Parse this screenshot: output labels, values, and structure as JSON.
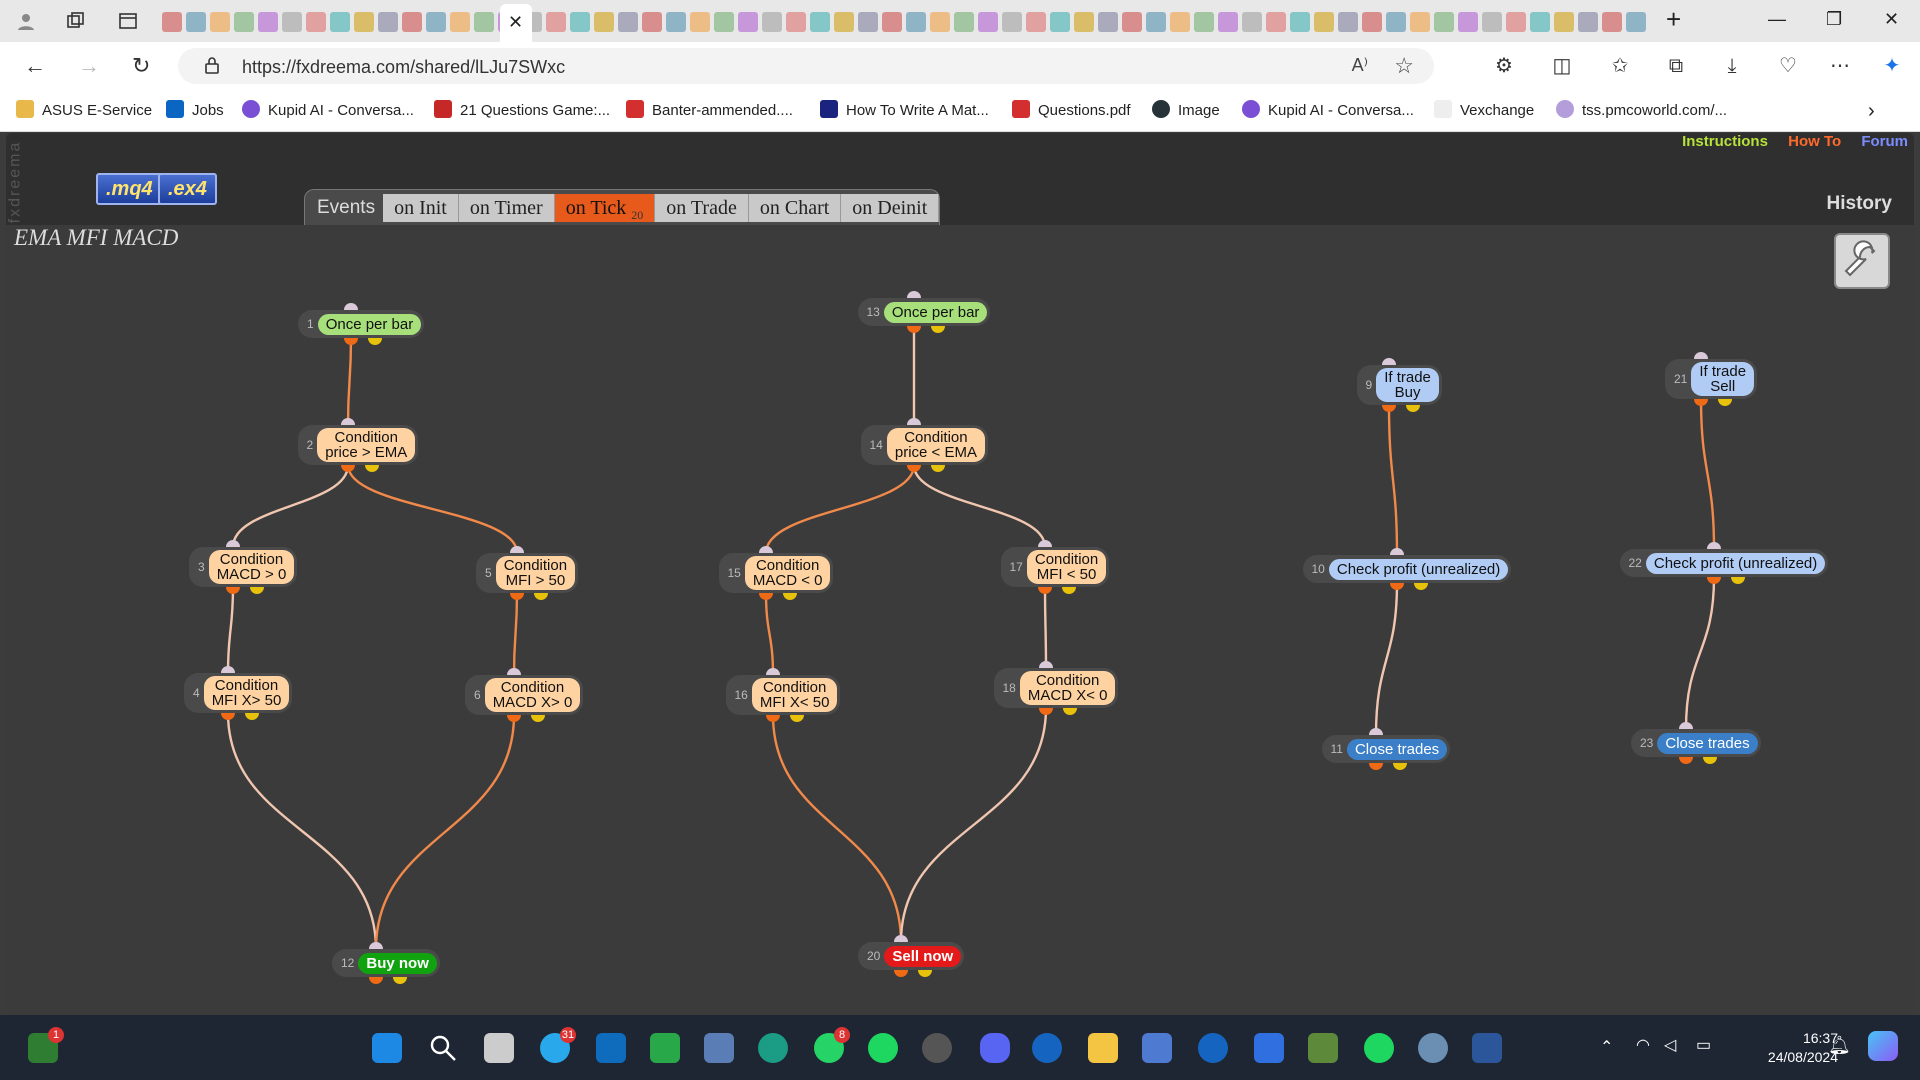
{
  "browser": {
    "url": "https://fxdreema.com/shared/lLJu7SWxc",
    "bookmarks": [
      "ASUS E-Service",
      "Jobs",
      "Kupid AI - Conversa...",
      "21 Questions Game:...",
      "Banter-ammended....",
      "How To Write A Mat...",
      "Questions.pdf",
      "Image",
      "Kupid AI - Conversa...",
      "Vexchange",
      "tss.pmcoworld.com/..."
    ]
  },
  "app": {
    "brand": "fxdreema",
    "download_buttons": [
      ".mq4",
      ".ex4"
    ],
    "top_links": {
      "instructions": "Instructions",
      "howto": "How To",
      "forum": "Forum"
    },
    "history": "History",
    "events_label": "Events",
    "tabs": [
      {
        "label": "on Init"
      },
      {
        "label": "on Timer"
      },
      {
        "label": "on Tick",
        "count": "20"
      },
      {
        "label": "on Trade"
      },
      {
        "label": "on Chart"
      },
      {
        "label": "on Deinit"
      }
    ],
    "project_title": "EMA MFI MACD"
  },
  "nodes": [
    {
      "id": "1",
      "lines": [
        "Once per bar"
      ],
      "kind": "green"
    },
    {
      "id": "2",
      "lines": [
        "Condition",
        "price > EMA"
      ],
      "kind": "cond"
    },
    {
      "id": "3",
      "lines": [
        "Condition",
        "MACD > 0"
      ],
      "kind": "cond"
    },
    {
      "id": "4",
      "lines": [
        "Condition",
        "MFI X> 50"
      ],
      "kind": "cond"
    },
    {
      "id": "5",
      "lines": [
        "Condition",
        "MFI > 50"
      ],
      "kind": "cond"
    },
    {
      "id": "6",
      "lines": [
        "Condition",
        "MACD X> 0"
      ],
      "kind": "cond"
    },
    {
      "id": "12",
      "lines": [
        "Buy now"
      ],
      "kind": "buy"
    },
    {
      "id": "13",
      "lines": [
        "Once per bar"
      ],
      "kind": "green"
    },
    {
      "id": "14",
      "lines": [
        "Condition",
        "price < EMA"
      ],
      "kind": "cond"
    },
    {
      "id": "15",
      "lines": [
        "Condition",
        "MACD < 0"
      ],
      "kind": "cond"
    },
    {
      "id": "16",
      "lines": [
        "Condition",
        "MFI X< 50"
      ],
      "kind": "cond"
    },
    {
      "id": "17",
      "lines": [
        "Condition",
        "MFI < 50"
      ],
      "kind": "cond"
    },
    {
      "id": "18",
      "lines": [
        "Condition",
        "MACD X< 0"
      ],
      "kind": "cond"
    },
    {
      "id": "20",
      "lines": [
        "Sell now"
      ],
      "kind": "sell"
    },
    {
      "id": "9",
      "lines": [
        "If trade",
        "Buy"
      ],
      "kind": "blue"
    },
    {
      "id": "10",
      "lines": [
        "Check profit (unrealized)"
      ],
      "kind": "blue"
    },
    {
      "id": "11",
      "lines": [
        "Close trades"
      ],
      "kind": "dblue"
    },
    {
      "id": "21",
      "lines": [
        "If trade",
        "Sell"
      ],
      "kind": "blue"
    },
    {
      "id": "22",
      "lines": [
        "Check profit (unrealized)"
      ],
      "kind": "blue"
    },
    {
      "id": "23",
      "lines": [
        "Close trades"
      ],
      "kind": "dblue"
    }
  ],
  "links": [
    [
      "1",
      "2"
    ],
    [
      "2",
      "3"
    ],
    [
      "2",
      "5"
    ],
    [
      "3",
      "4"
    ],
    [
      "5",
      "6"
    ],
    [
      "4",
      "12"
    ],
    [
      "6",
      "12"
    ],
    [
      "13",
      "14"
    ],
    [
      "14",
      "15"
    ],
    [
      "14",
      "17"
    ],
    [
      "15",
      "16"
    ],
    [
      "17",
      "18"
    ],
    [
      "16",
      "20"
    ],
    [
      "18",
      "20"
    ],
    [
      "9",
      "10"
    ],
    [
      "10",
      "11"
    ],
    [
      "21",
      "22"
    ],
    [
      "22",
      "23"
    ]
  ],
  "taskbar": {
    "time": "16:37",
    "date": "24/08/2024",
    "badges": {
      "telegram": "31",
      "whatsapp": "8",
      "widget": "1"
    }
  }
}
